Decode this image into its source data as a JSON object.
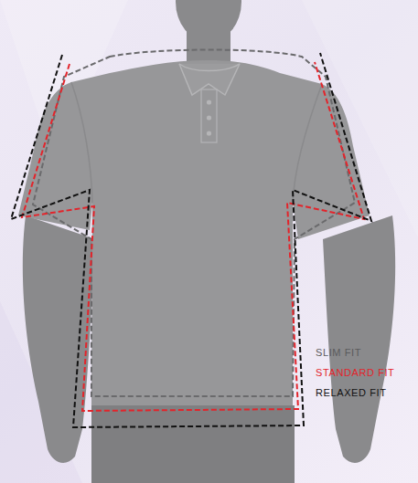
{
  "diagram": {
    "legend": [
      {
        "text": "SLIM FIT"
      },
      {
        "text": "STANDARD FIT"
      },
      {
        "text": "RELAXED FIT"
      }
    ]
  }
}
